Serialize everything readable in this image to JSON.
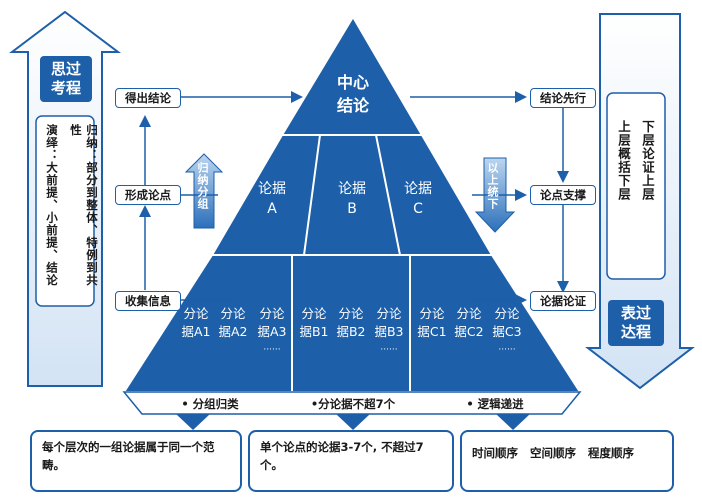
{
  "top": {
    "line1": "中心",
    "line2": "结论"
  },
  "arguments": [
    {
      "line1": "论据",
      "line2": "A"
    },
    {
      "line1": "论据",
      "line2": "B"
    },
    {
      "line1": "论据",
      "line2": "C"
    }
  ],
  "sub_arguments": [
    {
      "line1": "分论",
      "line2": "据A1"
    },
    {
      "line1": "分论",
      "line2": "据A2"
    },
    {
      "line1": "分论",
      "line2": "据A3"
    },
    {
      "line1": "分论",
      "line2": "据B1"
    },
    {
      "line1": "分论",
      "line2": "据B2"
    },
    {
      "line1": "分论",
      "line2": "据B3"
    },
    {
      "line1": "分论",
      "line2": "据C1"
    },
    {
      "line1": "分论",
      "line2": "据C2"
    },
    {
      "line1": "分论",
      "line2": "据C3"
    }
  ],
  "ellipsis": "······",
  "inner_arrows": {
    "up": "归纳分组",
    "down": "以上统下"
  },
  "left_panel": {
    "title": "思过考程",
    "col_right": "归纳：部分到整体、特例到共性",
    "col_left": "演绎：大前提、小前提、结论"
  },
  "right_panel": {
    "title": "表过达程",
    "col_right": "下层论证上层",
    "col_left": "上层概括下层"
  },
  "left_steps": [
    "得出结论",
    "形成论点",
    "收集信息"
  ],
  "right_steps": [
    "结论先行",
    "论点支撑",
    "论据论证"
  ],
  "principles": [
    "• 分组归类",
    "•分论据不超7个",
    "• 逻辑递进"
  ],
  "bottom_boxes": [
    "每个层次的一组论据属于同一个范畴。",
    "单个论点的论据3-7个, 不超过7个。",
    "时间顺序   空间顺序   程度顺序"
  ],
  "colors": {
    "primary": "#1d5fa8",
    "light": "#e8f1fb",
    "arrow_gradient_top": "#ffffff",
    "arrow_gradient_bottom": "#c9ddf2"
  }
}
